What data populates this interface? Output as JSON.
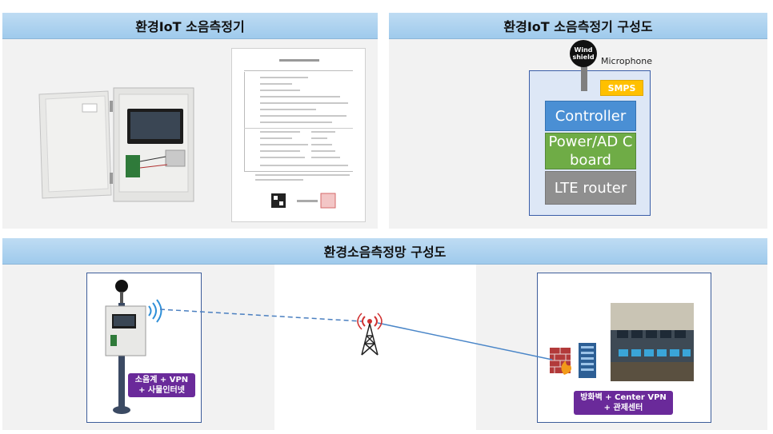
{
  "panels": {
    "device": {
      "title": "환경IoT 소음측정기"
    },
    "structure": {
      "title": "환경IoT 소음측정기 구성도",
      "windshield": "Wind shield",
      "microphone": "Microphone",
      "smps": "SMPS",
      "controller": "Controller",
      "power_adc": "Power/AD C board",
      "lte_router": "LTE router"
    },
    "network": {
      "title": "환경소음측정망 구성도",
      "left_tag": "소음계 + VPN + 사물인터넷",
      "right_tag": "방화벽 + Center VPN + 관제센터"
    }
  },
  "colors": {
    "header": "#a9d1ef",
    "controller": "#4a8fd4",
    "power_adc": "#6fac46",
    "lte_router": "#8f8f8f",
    "smps": "#ffc000",
    "tag": "#6a2a9a"
  }
}
